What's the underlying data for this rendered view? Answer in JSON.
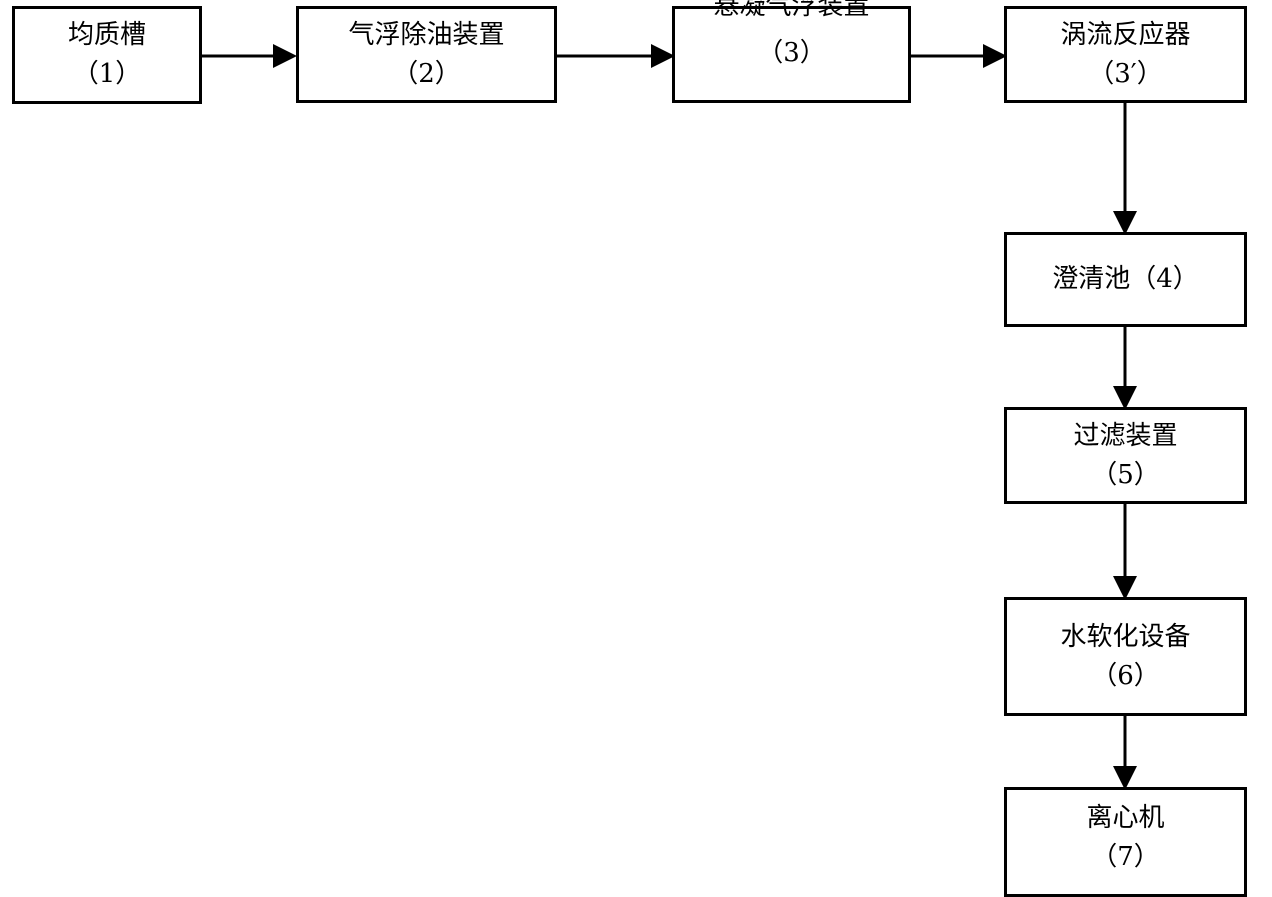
{
  "nodes": [
    {
      "id": "1",
      "label": "均质槽",
      "number": "（1）"
    },
    {
      "id": "2",
      "label": "气浮除油装置",
      "number": "（2）"
    },
    {
      "id": "3",
      "label": "悬凝气浮装置",
      "number": "（3）"
    },
    {
      "id": "3p",
      "label": "涡流反应器",
      "number": "（3′）"
    },
    {
      "id": "4",
      "label": "澄清池（4）",
      "number": ""
    },
    {
      "id": "5",
      "label": "过滤装置",
      "number": "（5）"
    },
    {
      "id": "6",
      "label": "水软化设备",
      "number": "（6）"
    },
    {
      "id": "7",
      "label": "离心机",
      "number": "（7）"
    }
  ],
  "edges": [
    [
      "1",
      "2"
    ],
    [
      "2",
      "3"
    ],
    [
      "3",
      "3p"
    ],
    [
      "3p",
      "4"
    ],
    [
      "4",
      "5"
    ],
    [
      "5",
      "6"
    ],
    [
      "6",
      "7"
    ]
  ]
}
